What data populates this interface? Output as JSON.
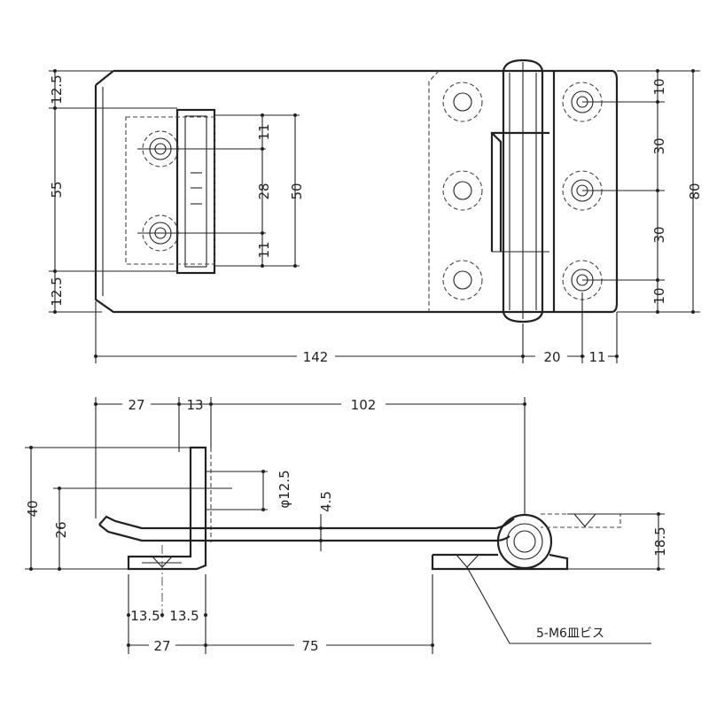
{
  "dimensions": {
    "top_view": {
      "left_top_margin": "12.5",
      "left_middle": "55",
      "left_bottom_margin": "12.5",
      "slot_top": "11",
      "slot_pitch": "28",
      "slot_bottom": "11",
      "slot_span": "50",
      "right_top": "10",
      "right_pitch_1": "30",
      "right_pitch_2": "30",
      "right_bottom": "10",
      "overall_height": "80",
      "overall_length": "142",
      "leaf_width": "20",
      "hole_offset": "11"
    },
    "side_view": {
      "top_27": "27",
      "top_13": "13",
      "top_102": "102",
      "height_40": "40",
      "height_26": "26",
      "diameter": "φ12.5",
      "thickness": "4.5",
      "knuckle_height": "18.5",
      "bottom_13_5_a": "13.5",
      "bottom_13_5_b": "13.5",
      "bottom_27": "27",
      "bottom_75": "75"
    }
  },
  "callout": {
    "screws": "5-M6皿ビス"
  }
}
